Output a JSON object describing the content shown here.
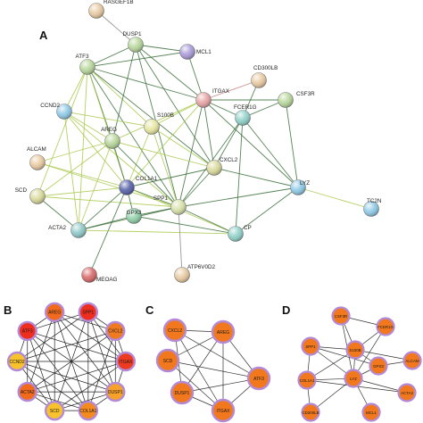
{
  "panels": [
    {
      "id": "A",
      "letter": "A"
    },
    {
      "id": "B",
      "letter": "B"
    },
    {
      "id": "C",
      "letter": "C"
    },
    {
      "id": "D",
      "letter": "D"
    }
  ],
  "network_a": {
    "nodes": [
      {
        "id": "RASGEF1B",
        "label": "RASGEF1B",
        "color": "#e8c9a0"
      },
      {
        "id": "DUSP1",
        "label": "DUSP1",
        "color": "#b7d69a"
      },
      {
        "id": "MCL1",
        "label": "MCL1",
        "color": "#a99ad8"
      },
      {
        "id": "ATF3",
        "label": "ATF3",
        "color": "#b7d69a"
      },
      {
        "id": "CD300LB",
        "label": "CD300LB",
        "color": "#e8c9a0"
      },
      {
        "id": "ITGAX",
        "label": "ITGAX",
        "color": "#e6a3a3"
      },
      {
        "id": "CSF3R",
        "label": "CSF3R",
        "color": "#b7d69a"
      },
      {
        "id": "FCER1G",
        "label": "FCER1G",
        "color": "#8fd0c8"
      },
      {
        "id": "CCND2",
        "label": "CCND2",
        "color": "#8ec9e6"
      },
      {
        "id": "S100B",
        "label": "S100B",
        "color": "#e6e6a0"
      },
      {
        "id": "AREG",
        "label": "AREG",
        "color": "#b7d69a"
      },
      {
        "id": "ALCAM",
        "label": "ALCAM",
        "color": "#e8c9a0"
      },
      {
        "id": "CXCL2",
        "label": "CXCL2",
        "color": "#d8d89a"
      },
      {
        "id": "COL1A1",
        "label": "COL1A1",
        "color": "#5560a8"
      },
      {
        "id": "SCD",
        "label": "SCD",
        "color": "#d8d89a"
      },
      {
        "id": "SPP1",
        "label": "SPP1",
        "color": "#d8e0a8"
      },
      {
        "id": "LYZ",
        "label": "LYZ",
        "color": "#8ec9e6"
      },
      {
        "id": "TC2N",
        "label": "TC2N",
        "color": "#8ec9e6"
      },
      {
        "id": "GPX3",
        "label": "GPX3",
        "color": "#8fd0a8"
      },
      {
        "id": "ACTA2",
        "label": "ACTA2",
        "color": "#8fc8c8"
      },
      {
        "id": "CP",
        "label": "CP",
        "color": "#8fd0c8"
      },
      {
        "id": "MEOAG",
        "label": "MEOAG",
        "color": "#d86868"
      },
      {
        "id": "ATP6V0D2",
        "label": "ATP6V0D2",
        "color": "#e8c9a0"
      }
    ],
    "edges": [
      [
        "RASGEF1B",
        "DUSP1",
        "#888888"
      ],
      [
        "DUSP1",
        "MCL1",
        "#3a6e3a"
      ],
      [
        "DUSP1",
        "ATF3",
        "#3a6e3a"
      ],
      [
        "ATF3",
        "MCL1",
        "#3a6e3a"
      ],
      [
        "ATF3",
        "ITGAX",
        "#3a6e3a"
      ],
      [
        "ATF3",
        "AREG",
        "#3a6e3a"
      ],
      [
        "ATF3",
        "CCND2",
        "#a8c84a"
      ],
      [
        "ATF3",
        "CXCL2",
        "#3a6e3a"
      ],
      [
        "ATF3",
        "SCD",
        "#a8c84a"
      ],
      [
        "ATF3",
        "S100B",
        "#a8c84a"
      ],
      [
        "ATF3",
        "ACTA2",
        "#a8c84a"
      ],
      [
        "ATF3",
        "SPP1",
        "#3a6e3a"
      ],
      [
        "ATF3",
        "COL1A1",
        "#a8c84a"
      ],
      [
        "DUSP1",
        "ITGAX",
        "#3a6e3a"
      ],
      [
        "DUSP1",
        "AREG",
        "#3a6e3a"
      ],
      [
        "DUSP1",
        "CXCL2",
        "#3a6e3a"
      ],
      [
        "DUSP1",
        "SPP1",
        "#3a6e3a"
      ],
      [
        "MCL1",
        "ITGAX",
        "#3a6e3a"
      ],
      [
        "CD300LB",
        "ITGAX",
        "#c08080"
      ],
      [
        "CD300LB",
        "FCER1G",
        "#3a6e3a"
      ],
      [
        "ITGAX",
        "CSF3R",
        "#3a6e3a"
      ],
      [
        "ITGAX",
        "FCER1G",
        "#3a6e3a"
      ],
      [
        "ITGAX",
        "CXCL2",
        "#3a6e3a"
      ],
      [
        "ITGAX",
        "SPP1",
        "#3a6e3a"
      ],
      [
        "ITGAX",
        "LYZ",
        "#3a6e3a"
      ],
      [
        "ITGAX",
        "AREG",
        "#a8c84a"
      ],
      [
        "ITGAX",
        "COL1A1",
        "#a8c84a"
      ],
      [
        "ITGAX",
        "S100B",
        "#a8c84a"
      ],
      [
        "FCER1G",
        "CSF3R",
        "#3a6e3a"
      ],
      [
        "FCER1G",
        "LYZ",
        "#3a6e3a"
      ],
      [
        "FCER1G",
        "CXCL2",
        "#3a6e3a"
      ],
      [
        "FCER1G",
        "SPP1",
        "#3a6e3a"
      ],
      [
        "FCER1G",
        "CP",
        "#3a6e3a"
      ],
      [
        "CSF3R",
        "LYZ",
        "#3a6e3a"
      ],
      [
        "CXCL2",
        "LYZ",
        "#3a6e3a"
      ],
      [
        "CXCL2",
        "SPP1",
        "#3a6e3a"
      ],
      [
        "CXCL2",
        "AREG",
        "#a8c84a"
      ],
      [
        "CXCL2",
        "COL1A1",
        "#3a6e3a"
      ],
      [
        "CCND2",
        "AREG",
        "#a8c84a"
      ],
      [
        "CCND2",
        "COL1A1",
        "#a8c84a"
      ],
      [
        "CCND2",
        "SPP1",
        "#a8c84a"
      ],
      [
        "CCND2",
        "S100B",
        "#a8c84a"
      ],
      [
        "CCND2",
        "ACTA2",
        "#a8c84a"
      ],
      [
        "ALCAM",
        "COL1A1",
        "#a8c84a"
      ],
      [
        "ALCAM",
        "SPP1",
        "#a8c84a"
      ],
      [
        "ALCAM",
        "AREG",
        "#a8c84a"
      ],
      [
        "SCD",
        "COL1A1",
        "#a8c84a"
      ],
      [
        "SCD",
        "ACTA2",
        "#3a6e3a"
      ],
      [
        "SCD",
        "SPP1",
        "#a8c84a"
      ],
      [
        "SCD",
        "AREG",
        "#a8c84a"
      ],
      [
        "S100B",
        "COL1A1",
        "#a8c84a"
      ],
      [
        "S100B",
        "SPP1",
        "#a8c84a"
      ],
      [
        "S100B",
        "CXCL2",
        "#a8c84a"
      ],
      [
        "AREG",
        "COL1A1",
        "#3a6e3a"
      ],
      [
        "AREG",
        "SPP1",
        "#3a6e3a"
      ],
      [
        "AREG",
        "ACTA2",
        "#a8c84a"
      ],
      [
        "COL1A1",
        "SPP1",
        "#3a6e3a"
      ],
      [
        "COL1A1",
        "ACTA2",
        "#3a6e3a"
      ],
      [
        "COL1A1",
        "GPX3",
        "#3a6e3a"
      ],
      [
        "COL1A1",
        "MEOAG",
        "#3a6e3a"
      ],
      [
        "COL1A1",
        "CP",
        "#a8c84a"
      ],
      [
        "SPP1",
        "LYZ",
        "#3a6e3a"
      ],
      [
        "SPP1",
        "CP",
        "#3a6e3a"
      ],
      [
        "SPP1",
        "GPX3",
        "#3a6e3a"
      ],
      [
        "SPP1",
        "ACTA2",
        "#3a6e3a"
      ],
      [
        "SPP1",
        "ATP6V0D2",
        "#888888"
      ],
      [
        "GPX3",
        "ACTA2",
        "#3a6e3a"
      ],
      [
        "GPX3",
        "CP",
        "#3a6e3a"
      ],
      [
        "ACTA2",
        "CP",
        "#a8c84a"
      ],
      [
        "LYZ",
        "TC2N",
        "#a8c84a"
      ],
      [
        "LYZ",
        "CP",
        "#3a6e3a"
      ]
    ]
  },
  "network_b": {
    "nodes": [
      {
        "id": "ATF3",
        "label": "ATF3",
        "fill": "#ee2e1f"
      },
      {
        "id": "AREG",
        "label": "AREG",
        "fill": "#f26a1b"
      },
      {
        "id": "SPP1",
        "label": "SPP1",
        "fill": "#ee2e1f"
      },
      {
        "id": "CXCL2",
        "label": "CXCL2",
        "fill": "#f07a1e"
      },
      {
        "id": "ITGAX",
        "label": "ITGAX",
        "fill": "#ee3a1f"
      },
      {
        "id": "DUSP1",
        "label": "DUSP1",
        "fill": "#f5a12a"
      },
      {
        "id": "COL1A1",
        "label": "COL1A1",
        "fill": "#f58a1f"
      },
      {
        "id": "SCD",
        "label": "SCD",
        "fill": "#f7c22c"
      },
      {
        "id": "ACTA2",
        "label": "ACTA2",
        "fill": "#f26a1b"
      },
      {
        "id": "CCND2",
        "label": "CCND2",
        "fill": "#f7c22c"
      }
    ],
    "ring_color": "#b38ad8",
    "edge_color": "#222222"
  },
  "network_c": {
    "nodes": [
      {
        "id": "CXCL2",
        "label": "CXCL2",
        "fill": "#f2781e"
      },
      {
        "id": "AREG",
        "label": "AREG",
        "fill": "#f2781e"
      },
      {
        "id": "ATF3",
        "label": "ATF3",
        "fill": "#f2781e"
      },
      {
        "id": "ITGAX",
        "label": "ITGAX",
        "fill": "#f2781e"
      },
      {
        "id": "DUSP1",
        "label": "DUSP1",
        "fill": "#f2781e"
      },
      {
        "id": "SCD",
        "label": "SCD",
        "fill": "#f2781e"
      }
    ],
    "edges": [
      [
        "CXCL2",
        "AREG"
      ],
      [
        "CXCL2",
        "ATF3"
      ],
      [
        "CXCL2",
        "ITGAX"
      ],
      [
        "CXCL2",
        "DUSP1"
      ],
      [
        "AREG",
        "ATF3"
      ],
      [
        "AREG",
        "ITGAX"
      ],
      [
        "AREG",
        "DUSP1"
      ],
      [
        "AREG",
        "SCD"
      ],
      [
        "ATF3",
        "ITGAX"
      ],
      [
        "ATF3",
        "DUSP1"
      ],
      [
        "ITGAX",
        "DUSP1"
      ],
      [
        "SCD",
        "ITGAX"
      ],
      [
        "SCD",
        "ATF3"
      ]
    ],
    "ring_color": "#b38ad8",
    "edge_color": "#333333"
  },
  "network_d": {
    "nodes": [
      {
        "id": "CSF3R",
        "label": "CSF3R",
        "fill": "#f2781e"
      },
      {
        "id": "FCER1G",
        "label": "FCER1G",
        "fill": "#f2781e"
      },
      {
        "id": "SPP1",
        "label": "SPP1",
        "fill": "#f2781e"
      },
      {
        "id": "S100B",
        "label": "S100B",
        "fill": "#f2781e"
      },
      {
        "id": "GPX3",
        "label": "GPX3",
        "fill": "#f2781e"
      },
      {
        "id": "ALCAM",
        "label": "ALCAM",
        "fill": "#f2781e"
      },
      {
        "id": "COL1A1",
        "label": "COL1A1",
        "fill": "#f2781e"
      },
      {
        "id": "LYZ",
        "label": "LYZ",
        "fill": "#f2781e"
      },
      {
        "id": "ACTA2",
        "label": "ACTA2",
        "fill": "#f2781e"
      },
      {
        "id": "CD300LB",
        "label": "CD300LB",
        "fill": "#f2781e"
      },
      {
        "id": "MCL1",
        "label": "MCL1",
        "fill": "#f2781e"
      }
    ],
    "edges": [
      [
        "CSF3R",
        "LYZ"
      ],
      [
        "CSF3R",
        "S100B"
      ],
      [
        "FCER1G",
        "LYZ"
      ],
      [
        "FCER1G",
        "S100B"
      ],
      [
        "SPP1",
        "S100B"
      ],
      [
        "SPP1",
        "LYZ"
      ],
      [
        "SPP1",
        "COL1A1"
      ],
      [
        "SPP1",
        "GPX3"
      ],
      [
        "S100B",
        "LYZ"
      ],
      [
        "S100B",
        "COL1A1"
      ],
      [
        "S100B",
        "GPX3"
      ],
      [
        "S100B",
        "ALCAM"
      ],
      [
        "LYZ",
        "COL1A1"
      ],
      [
        "LYZ",
        "ACTA2"
      ],
      [
        "LYZ",
        "MCL1"
      ],
      [
        "LYZ",
        "CD300LB"
      ],
      [
        "LYZ",
        "GPX3"
      ],
      [
        "COL1A1",
        "ACTA2"
      ],
      [
        "COL1A1",
        "CD300LB"
      ],
      [
        "GPX3",
        "ALCAM"
      ],
      [
        "FCER1G",
        "CSF3R"
      ]
    ],
    "ring_color": "#b38ad8",
    "edge_color": "#333333"
  }
}
